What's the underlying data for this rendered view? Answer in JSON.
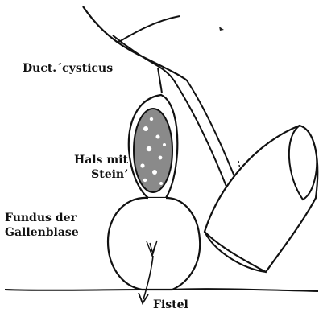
{
  "figure": {
    "labels": {
      "ductus": "Duct.´cysticus",
      "hals_line1": "Hals mit",
      "hals_line2": "Steinʼ",
      "fundus_line1": "Fundus der",
      "fundus_line2": "Gallenblase",
      "fistel": "Fistel"
    }
  }
}
